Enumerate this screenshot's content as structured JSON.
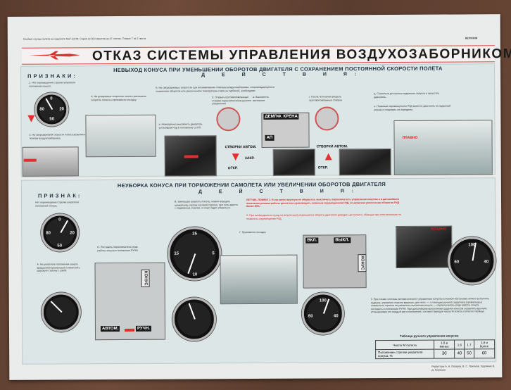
{
  "header": {
    "title": "ОТКАЗ СИСТЕМЫ УПРАВЛЕНИЯ ВОЗДУХОЗАБОРНИКОМ",
    "note": "Особые случаи полета на самолете МиГ-21ПФ. Серия из 30 плакатов на 47 листах. Плакат 7 из 1 листа",
    "corner": "ВЕРХНЯЯ"
  },
  "top": {
    "heading": "НЕВЫХОД КОНУСА ПРИ УМЕНЬШЕНИИ ОБОРОТОВ ДВИГАТЕЛЯ С СОХРАНЕНИЕМ ПОСТОЯННОЙ СКОРОСТИ ПОЛЕТА",
    "signs_title": "ПРИЗНАКИ:",
    "actions_title": "Д Е Й С Т В И Я:",
    "sign1": "1. Нет перемещения стрелки указателя положения конуса.",
    "sign2": "2. На сверхзвуковой скорости полета возможен помпаж воздухозаборника.",
    "actA": "А. На дозвуковых скоростях полета уменьшить скорость полета и произвести посадку.",
    "actB": "Б. На сверхзвуковых скоростях при возникновении помпажа воздухозаборника, сопровождающегося снижением оборотов или увеличением температуры газов за турбиной, необходимо:",
    "act_a": "а. Немедленно выключить двигатель установкой РУД в положение СТОП",
    "act_b": "б. Открыть противопомпажные створки переключателем ручного управления",
    "act_v": "в. Выключить автопилот",
    "act_g": "г. После потухания закрыть противопомпажные створки",
    "act_d": "д. Снизиться до высоты надежного запуска и запустить двигатель.",
    "act_e": "е. Плавным перемещением РУД вывести двигатель на заданный режим и следовать на аэродром.",
    "labels": {
      "damper": "ДЕМПФ. КРЕНА",
      "ap": "АП",
      "flaps": "СТВОРКИ АВТОМ.",
      "close": "ЗАКР.",
      "open": "ОТКР.",
      "smooth": "ПЛАВНО"
    }
  },
  "bottom": {
    "heading": "НЕУБОРКА КОНУСА ПРИ ТОРМОЖЕНИИ САМОЛЕТА ИЛИ УВЕЛИЧЕНИИ ОБОРОТОВ ДВИГАТЕЛЯ",
    "sign_title": "ПРИЗНАК:",
    "actions_title": "Д Е Й С Т В И Я:",
    "sign": "Нет перемещения стрелки указателя положения конуса.",
    "actA": "А. На указателе положения конуса вращением кремальеры совместить широкую стрелку с узкой.",
    "actB": "Б. Поставить переключатель рода работы конуса в положение РУЧН.",
    "actV": "В. Уменьшая скорость полета, плавно вращать кремальеру против часовой стрелки, при этом ввести с подвижным стрелки, и конус будет убираться.",
    "actG": "Г. Произвести посадку.",
    "remember_title": "ЛЕТЧИК, ПОМНИ! 1.",
    "remember1": "Если конус вручную не убирается, выключить переключатель управления конусом и в дальнейшем изменение режима работы двигателя производить плавным перемещением РУД, не допуская увеличения оборотов РУД более 80%.",
    "remember2": "2. При необходимости (уход на второй круг) разрешается обороты двигателя доводить до полного, обращая при этом внимание на плавность перемещения РУД.",
    "remember3": "3. При отказе системы автоматического управления конусом в боевой обстановке можно выполнять задание, управляя конусом вручную, для чего: — с помощью ручного задатчика (кремальеры) совместить стрелки на указателе положения конуса; — переключатель рода работы конуса поставить в положение РУЧН. При дальнейшем выполнении задания конусом управлять вручную, устанавливая его каждый раз в положение, соответствующее числу М полета согласно таблице.",
    "labels": {
      "on": "ВКЛ.",
      "off": "ВЫКЛ.",
      "cone": "КОНУС",
      "auto": "АВТОМ.",
      "manual": "РУЧН.",
      "smooth": "ПЛАВНО",
      "cone_gauge": "КОНУС"
    },
    "table": {
      "title": "Таблица ручного управления конусом",
      "headers": [
        "Число М полета",
        "1,5 и менее",
        "1,6",
        "1,7",
        "1,8 и более"
      ],
      "row_label": "Положение стрелки указателя конуса, %",
      "values": [
        "30",
        "40",
        "50",
        "60"
      ]
    },
    "credits": "Редакторы А. А. Лазарев, В. С. Пахомов. Художник В. Д. Кирюшин"
  },
  "colors": {
    "accent": "#e03030",
    "panel": "#dde6e6"
  }
}
